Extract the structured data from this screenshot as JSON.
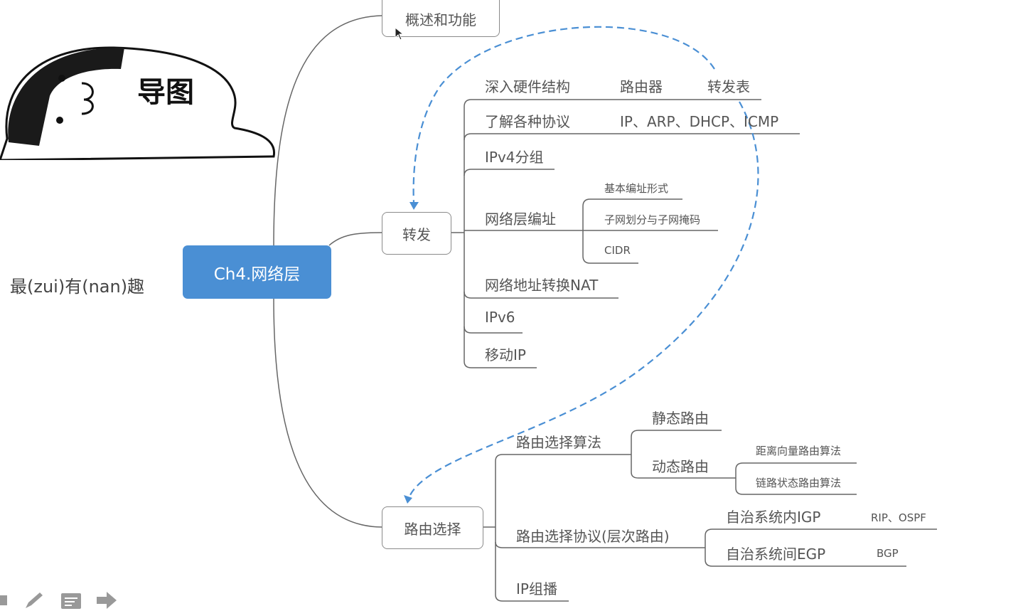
{
  "mascot": {
    "label": "导图"
  },
  "side_note": "最(zui)有(nan)趣",
  "root": {
    "label": "Ch4.网络层"
  },
  "branches": {
    "overview": {
      "label": "概述和功能"
    },
    "forwarding": {
      "label": "转发",
      "items": [
        {
          "label": "深入硬件结构",
          "details": [
            "路由器",
            "转发表"
          ]
        },
        {
          "label": "了解各种协议",
          "details": [
            "IP、ARP、DHCP、ICMP"
          ]
        },
        {
          "label": "IPv4分组"
        },
        {
          "label": "网络层编址",
          "children": [
            "基本编址形式",
            "子网划分与子网掩码",
            "CIDR"
          ]
        },
        {
          "label": "网络地址转换NAT"
        },
        {
          "label": "IPv6"
        },
        {
          "label": "移动IP"
        }
      ]
    },
    "routing": {
      "label": "路由选择",
      "items": [
        {
          "label": "路由选择算法",
          "children": [
            {
              "label": "静态路由"
            },
            {
              "label": "动态路由",
              "children": [
                "距离向量路由算法",
                "链路状态路由算法"
              ]
            }
          ]
        },
        {
          "label": "路由选择协议(层次路由)",
          "children": [
            {
              "label": "自治系统内IGP",
              "detail": "RIP、OSPF"
            },
            {
              "label": "自治系统间EGP",
              "detail": "BGP"
            }
          ]
        },
        {
          "label": "IP组播"
        }
      ]
    }
  },
  "colors": {
    "root": "#4a8fd4",
    "dashed_link": "#4a8fd4",
    "line": "#666666"
  },
  "toolbar": {
    "icons": [
      "square-icon",
      "pencil-icon",
      "notes-icon",
      "arrow-right-icon"
    ]
  }
}
